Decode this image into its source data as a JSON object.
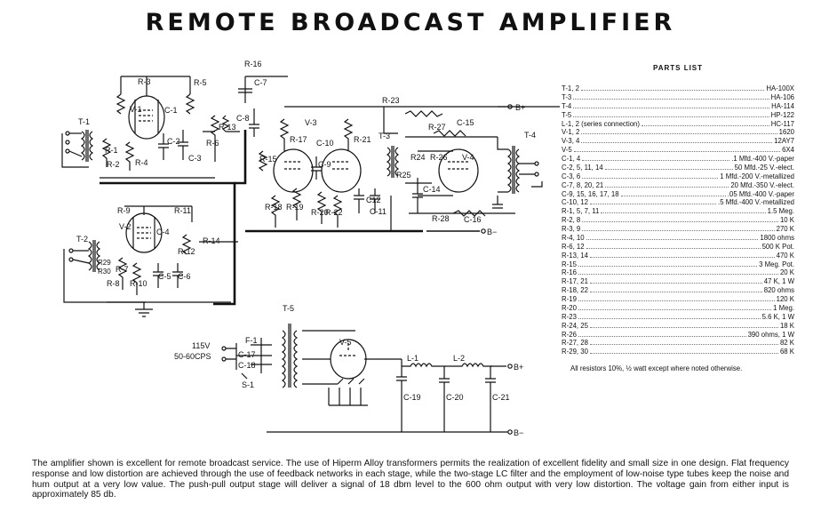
{
  "title": "REMOTE BROADCAST AMPLIFIER",
  "parts_list": {
    "heading": "PARTS LIST",
    "items": [
      {
        "component": "T-1, 2",
        "value": "HA-100X"
      },
      {
        "component": "T-3",
        "value": "HA-106"
      },
      {
        "component": "T-4",
        "value": "HA-114"
      },
      {
        "component": "T-5",
        "value": "HP-122"
      },
      {
        "component": "L-1, 2 (series connection)",
        "value": "HC-117"
      },
      {
        "component": "V-1, 2",
        "value": "1620"
      },
      {
        "component": "V-3, 4",
        "value": "12AY7"
      },
      {
        "component": "V-5",
        "value": "6X4"
      },
      {
        "component": "C-1, 4",
        "value": ".1 Mfd.-400 V.-paper"
      },
      {
        "component": "C-2, 5, 11, 14",
        "value": "50 Mfd.-25 V.-elect."
      },
      {
        "component": "C-3, 6",
        "value": "1 Mfd.-200 V.-metallized"
      },
      {
        "component": "C-7, 8, 20, 21",
        "value": "20 Mfd.-350 V.-elect."
      },
      {
        "component": "C-9, 15, 16, 17, 18",
        "value": ".05 Mfd.-400 V.-paper"
      },
      {
        "component": "C-10, 12",
        "value": ".5 Mfd.-400 V.-metallized"
      },
      {
        "component": "R-1, 5, 7, 11",
        "value": "1.5 Meg."
      },
      {
        "component": "R-2, 8",
        "value": "10 K"
      },
      {
        "component": "R-3, 9",
        "value": "270 K"
      },
      {
        "component": "R-4, 10",
        "value": "1800 ohms"
      },
      {
        "component": "R-6, 12",
        "value": "500 K Pot."
      },
      {
        "component": "R-13, 14",
        "value": "470 K"
      },
      {
        "component": "R-15",
        "value": "3 Meg. Pot."
      },
      {
        "component": "R-16",
        "value": "20 K"
      },
      {
        "component": "R-17, 21",
        "value": "47 K, 1 W"
      },
      {
        "component": "R-18, 22",
        "value": "820 ohms"
      },
      {
        "component": "R-19",
        "value": "120 K"
      },
      {
        "component": "R-20",
        "value": "1 Meg."
      },
      {
        "component": "R-23",
        "value": "5.6 K, 1 W"
      },
      {
        "component": "R-24, 25",
        "value": "18 K"
      },
      {
        "component": "R-26",
        "value": "390 ohms, 1 W"
      },
      {
        "component": "R-27, 28",
        "value": "82 K"
      },
      {
        "component": "R-29, 30",
        "value": "68 K"
      }
    ],
    "note": "All resistors 10%, ½ watt except where noted otherwise."
  },
  "description": "The amplifier shown is excellent for remote broadcast service. The use of Hiperm Alloy transformers permits the realization of excellent fidelity and small size in one design. Flat frequency response and low distortion are achieved through the use of feedback networks in each stage, while the two-stage LC filter and the employment of low-noise type tubes keep the noise and hum output at a very low value. The push-pull output stage will deliver a signal of 18 dbm level to the 600 ohm output with very low distortion. The voltage gain from either input is approximately 85 db.",
  "schematic_labels": {
    "r1": "R-1",
    "r2": "R-2",
    "r3": "R-3",
    "r4": "R-4",
    "r5": "R-5",
    "r6": "R-6",
    "r7": "R-7",
    "r8": "R-8",
    "r9": "R-9",
    "r10": "R-10",
    "r11": "R-11",
    "r12": "R-12",
    "r13": "R-13",
    "r14": "R-14",
    "r15": "R-15",
    "r16": "R-16",
    "r17": "R-17",
    "r18": "R-18",
    "r19": "R-19",
    "r20": "R-20",
    "r21": "R-21",
    "r22": "R-22",
    "r23": "R-23",
    "r24": "R24",
    "r25": "R25",
    "r26": "R-26",
    "r27": "R-27",
    "r28": "R-28",
    "r29": "R29",
    "r30": "R30",
    "c1": "C-1",
    "c2": "C-2",
    "c3": "C-3",
    "c4": "C-4",
    "c5": "C-5",
    "c6": "C-6",
    "c7": "C-7",
    "c8": "C-8",
    "c9": "C-9",
    "c10": "C-10",
    "c11": "C-11",
    "c12": "C12",
    "c14": "C-14",
    "c15": "C-15",
    "c16": "C-16",
    "c17": "C-17",
    "c18": "C-18",
    "c19": "C-19",
    "c20": "C-20",
    "c21": "C-21",
    "t1": "T-1",
    "t2": "T-2",
    "t3": "T-3",
    "t4": "T-4",
    "t5": "T-5",
    "v1": "V-1",
    "v2": "V-2",
    "v3": "V-3",
    "v4": "V-4",
    "v5": "V-5",
    "l1": "L-1",
    "l2": "L-2",
    "f1": "F-1",
    "s1": "S-1",
    "bplus": "B+",
    "bminus": "B−",
    "mains_voltage": "115V",
    "mains_freq": "50-60CPS"
  }
}
